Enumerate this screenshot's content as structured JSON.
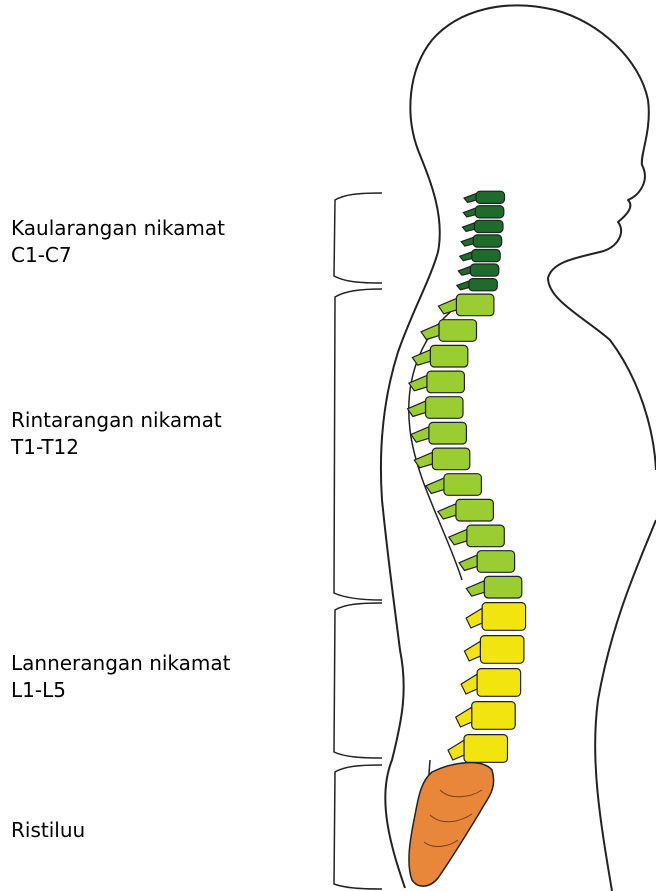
{
  "regions": [
    {
      "id": "cervical",
      "name": "Kaularangan nikamat",
      "range": "C1-C7",
      "color": "#1f6b2b",
      "vertebrae": 7
    },
    {
      "id": "thoracic",
      "name": "Rintarangan nikamat",
      "range": "T1-T12",
      "color": "#9acd32",
      "vertebrae": 12
    },
    {
      "id": "lumbar",
      "name": "Lannerangan nikamat",
      "range": "L1-L5",
      "color": "#f2e40f",
      "vertebrae": 5
    },
    {
      "id": "sacrum",
      "name": "Ristiluu",
      "range": "",
      "color": "#e8873a",
      "vertebrae": 1
    }
  ],
  "outline_color": "#222222"
}
